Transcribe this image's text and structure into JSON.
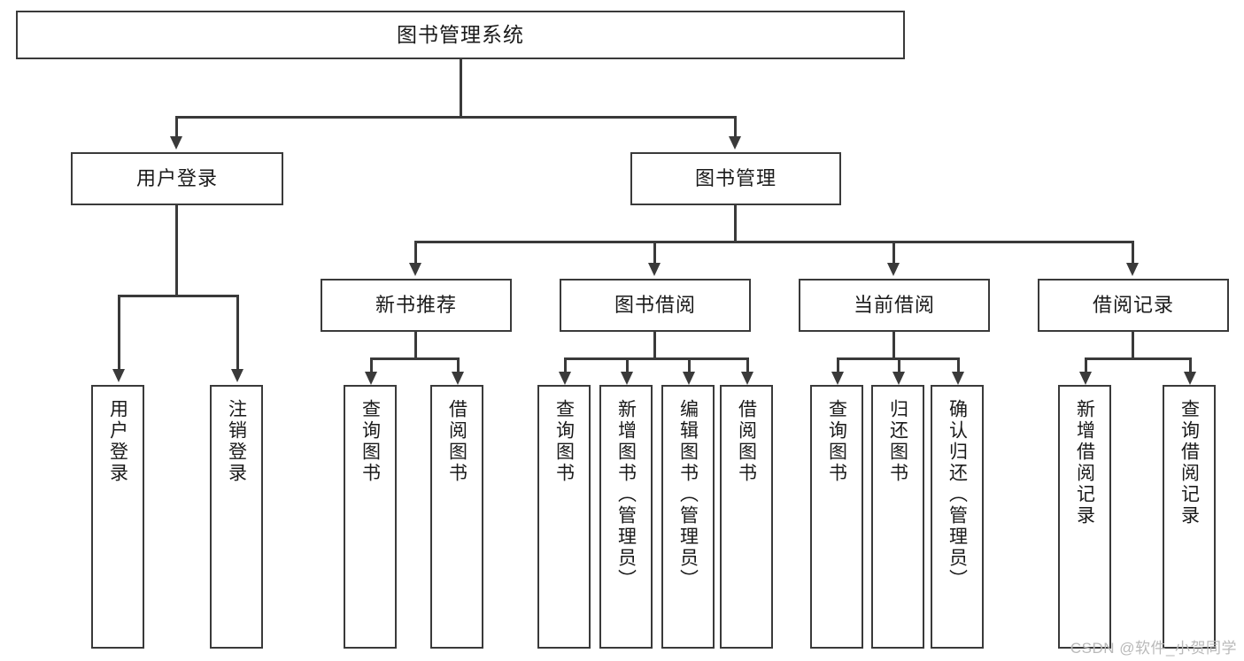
{
  "diagram": {
    "type": "tree",
    "title": "图书管理系统",
    "root": {
      "label": "图书管理系统"
    },
    "level2": [
      {
        "label": "用户登录"
      },
      {
        "label": "图书管理"
      }
    ],
    "level3": [
      {
        "label": "新书推荐"
      },
      {
        "label": "图书借阅"
      },
      {
        "label": "当前借阅"
      },
      {
        "label": "借阅记录"
      }
    ],
    "leaves": {
      "user_login": [
        {
          "label": "用户登录"
        },
        {
          "label": "注销登录"
        }
      ],
      "new_book_recommend": [
        {
          "label": "查询图书"
        },
        {
          "label": "借阅图书"
        }
      ],
      "book_borrow": [
        {
          "label": "查询图书"
        },
        {
          "label": "新增图书（管理员）"
        },
        {
          "label": "编辑图书（管理员）"
        },
        {
          "label": "借阅图书"
        }
      ],
      "current_borrow": [
        {
          "label": "查询图书"
        },
        {
          "label": "归还图书"
        },
        {
          "label": "确认归还（管理员）"
        }
      ],
      "borrow_record": [
        {
          "label": "新增借阅记录"
        },
        {
          "label": "查询借阅记录"
        }
      ]
    }
  },
  "watermark": {
    "text": "CSDN @软件_小贺同学"
  },
  "colors": {
    "border": "#3a3a3a",
    "background": "#ffffff",
    "text": "#1a1a1a",
    "watermark": "#b9b9b9"
  }
}
